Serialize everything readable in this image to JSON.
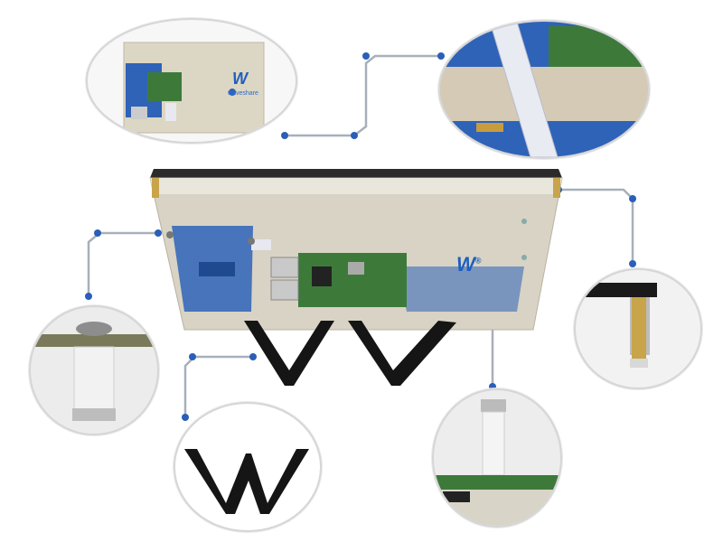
{
  "figure": {
    "title": "",
    "description": "Assembly diagram of LCD display with acrylic back case, Raspberry Pi, standoffs and bracket stand",
    "colors": {
      "leader_line": "#9aa3ad",
      "leader_dot": "#2a5fb8",
      "pcb_blue": "#2e63b8",
      "pcb_green": "#3d7a3a",
      "acrylic": "#dcd8cc",
      "panel_frame": "#2b2b2b",
      "bracket": "#151515",
      "brass": "#c8a44a"
    }
  },
  "main_panel": {
    "logo_text": "W",
    "logo_reg": "®"
  },
  "callouts": [
    {
      "id": "top-left",
      "subject": "back view of display with Raspberry Pi mounted",
      "logo_text": "W",
      "logo_subtext": "waveshare"
    },
    {
      "id": "top-right",
      "subject": "FPC ribbon cable connection"
    },
    {
      "id": "mid-left",
      "subject": "nut and screw standoff"
    },
    {
      "id": "mid-right",
      "subject": "brass standoff on acrylic edge"
    },
    {
      "id": "bottom-left",
      "subject": "bracket stand (folded)"
    },
    {
      "id": "bottom-right",
      "subject": "screw standoff on Raspberry Pi"
    }
  ]
}
